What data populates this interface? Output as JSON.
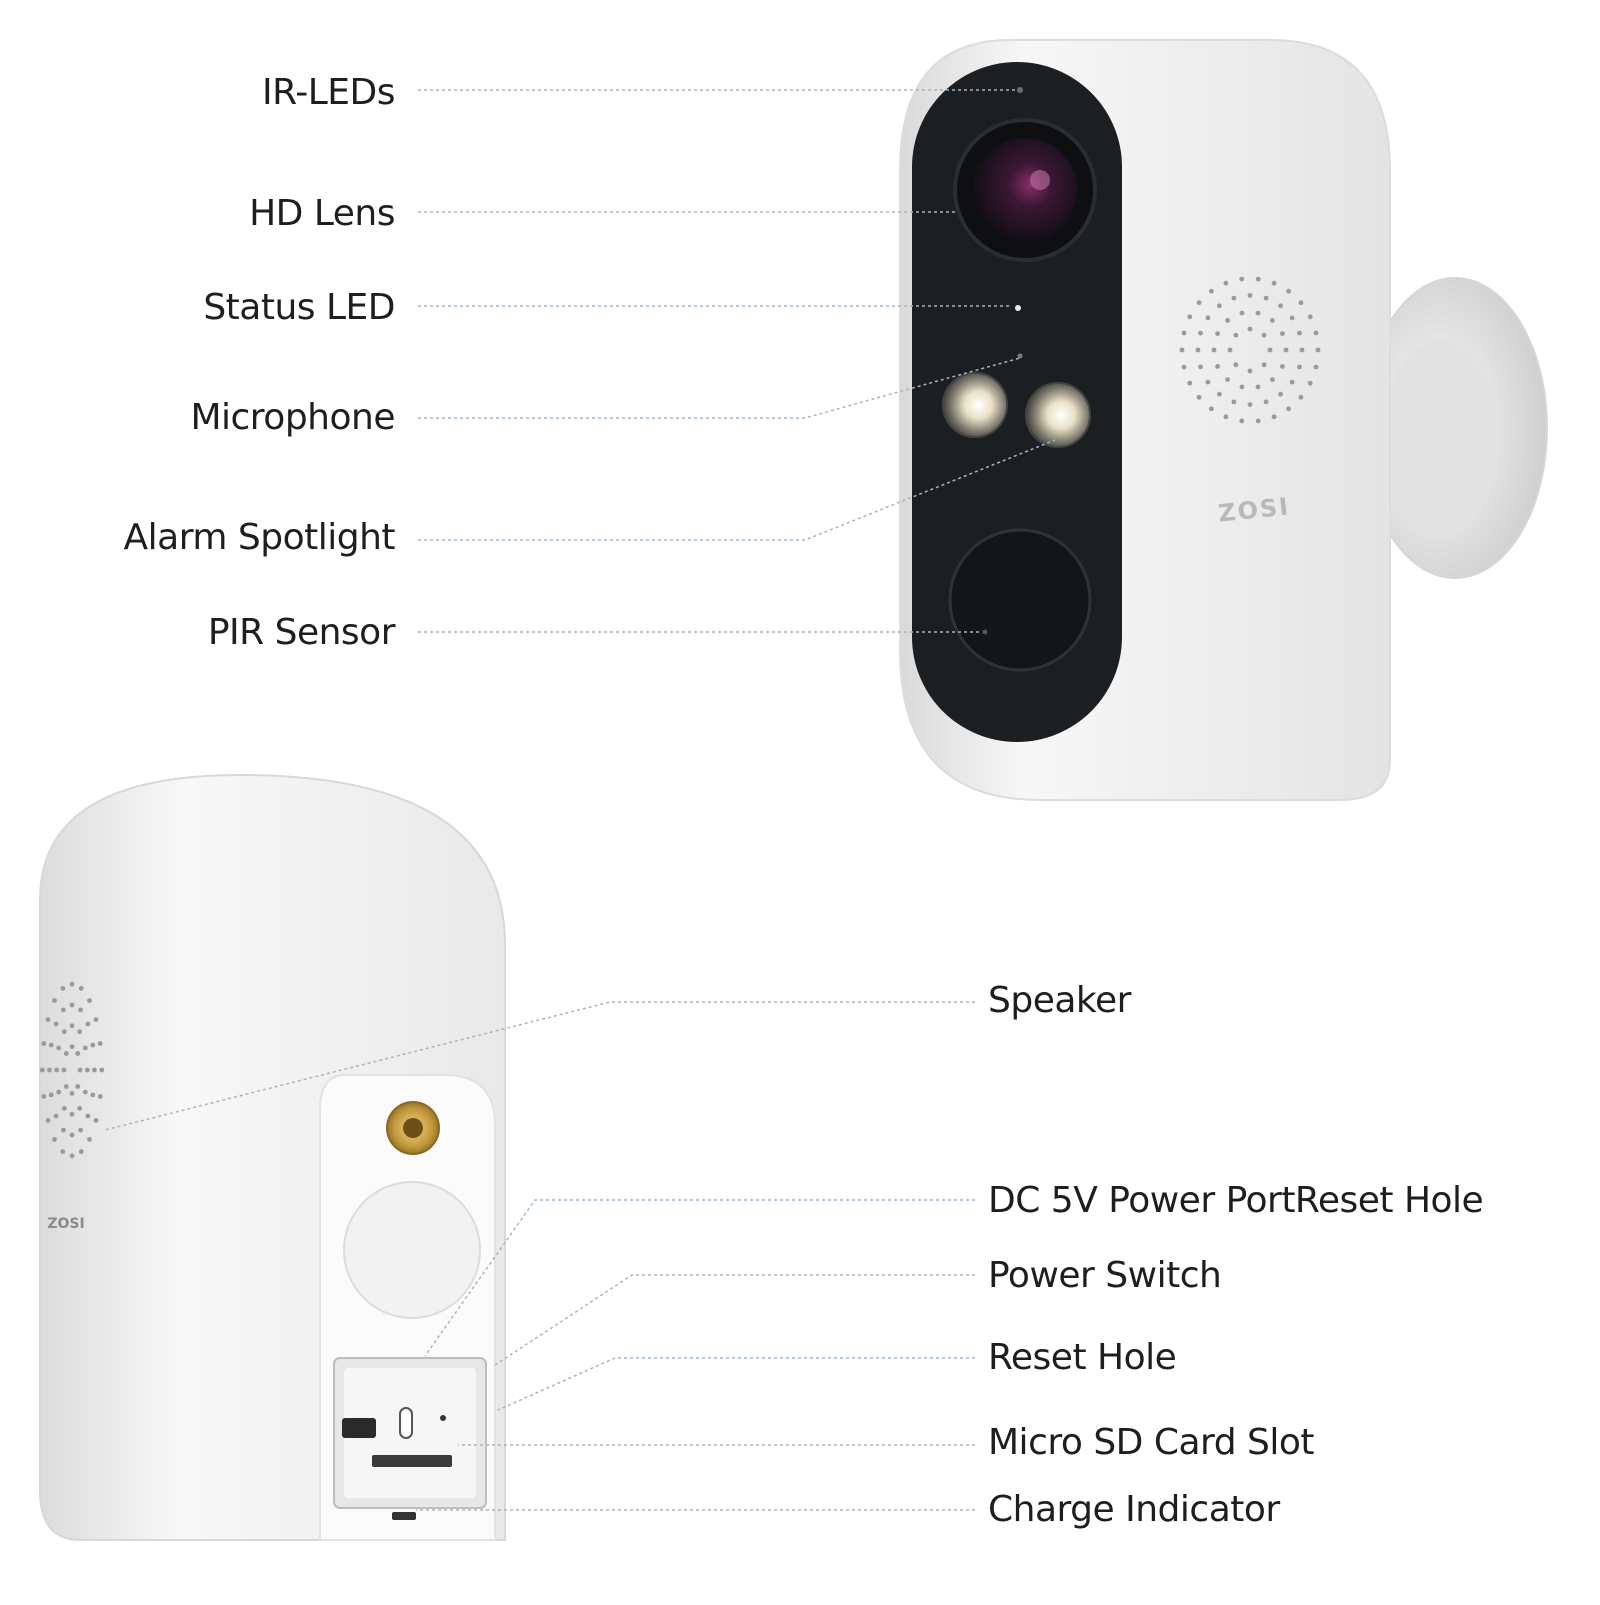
{
  "front_labels": [
    "IR-LEDs",
    "HD Lens",
    "Status LED",
    "Microphone",
    "Alarm Spotlight",
    "PIR Sensor"
  ],
  "back_labels": [
    "Speaker",
    "DC 5V Power PortReset Hole",
    "Power Switch",
    "Reset Hole",
    "Micro SD Card Slot",
    "Charge Indicator"
  ],
  "brand": {
    "front_logo": "ZOSI",
    "side_logo": "ZOSI"
  },
  "colors": {
    "leader_line": "#9fb6c8",
    "body": "#f2f2f2",
    "face": "#1c1f22"
  }
}
